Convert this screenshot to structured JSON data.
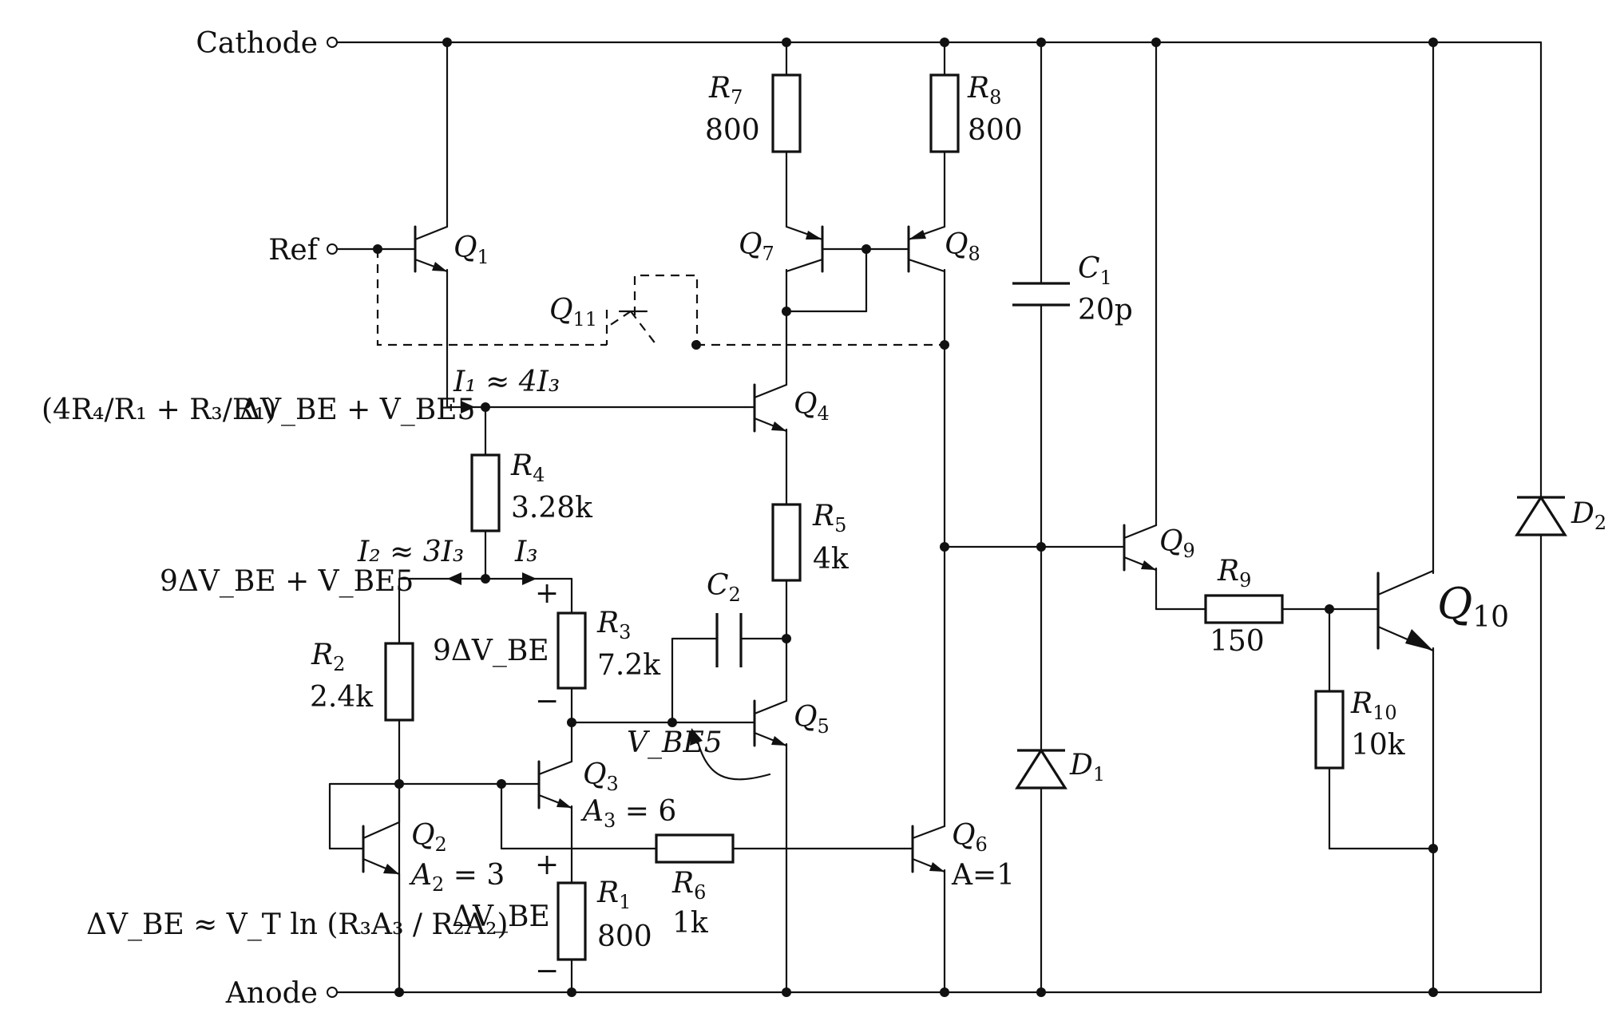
{
  "terminals": {
    "cathode": "Cathode",
    "ref": "Ref",
    "anode": "Anode"
  },
  "transistors": [
    {
      "id": "Q1",
      "sub": "1"
    },
    {
      "id": "Q2",
      "sub": "2",
      "note": "A",
      "note_sub": "2",
      "note_val": "= 3"
    },
    {
      "id": "Q3",
      "sub": "3",
      "note": "A",
      "note_sub": "3",
      "note_val": "= 6"
    },
    {
      "id": "Q4",
      "sub": "4"
    },
    {
      "id": "Q5",
      "sub": "5"
    },
    {
      "id": "Q6",
      "sub": "6",
      "gain": "A=1"
    },
    {
      "id": "Q7",
      "sub": "7"
    },
    {
      "id": "Q8",
      "sub": "8"
    },
    {
      "id": "Q9",
      "sub": "9"
    },
    {
      "id": "Q10",
      "sub": "10"
    },
    {
      "id": "Q11",
      "sub": "11"
    }
  ],
  "resistors": [
    {
      "id": "R1",
      "sub": "1",
      "value": "800"
    },
    {
      "id": "R2",
      "sub": "2",
      "value": "2.4k"
    },
    {
      "id": "R3",
      "sub": "3",
      "value": "7.2k"
    },
    {
      "id": "R4",
      "sub": "4",
      "value": "3.28k"
    },
    {
      "id": "R5",
      "sub": "5",
      "value": "4k"
    },
    {
      "id": "R6",
      "sub": "6",
      "value": "1k"
    },
    {
      "id": "R7",
      "sub": "7",
      "value": "800"
    },
    {
      "id": "R8",
      "sub": "8",
      "value": "800"
    },
    {
      "id": "R9",
      "sub": "9",
      "value": "150"
    },
    {
      "id": "R10",
      "sub": "10",
      "value": "10k"
    }
  ],
  "capacitors": [
    {
      "id": "C1",
      "sub": "1",
      "value": "20p"
    },
    {
      "id": "C2",
      "sub": "2"
    }
  ],
  "diodes": [
    {
      "id": "D1",
      "sub": "1"
    },
    {
      "id": "D2",
      "sub": "2"
    }
  ],
  "annotations": {
    "i1": "I₁ ≈ 4I₃",
    "i2": "I₂ ≈ 3I₃",
    "i3": "I₃",
    "v_top_factor": "(4R₄/R₁ + R₃/R₁)",
    "v_top_rest": "ΔV_BE + V_BE5",
    "v_mid": "9ΔV_BE + V_BE5",
    "r3_drop": "9ΔV_BE",
    "r1_drop": "ΔV_BE",
    "vbe5": "V_BE5",
    "dvbe_formula": "ΔV_BE ≈ V_T ln (R₃A₃ / R₂A₂)",
    "plus": "+",
    "minus": "−"
  }
}
